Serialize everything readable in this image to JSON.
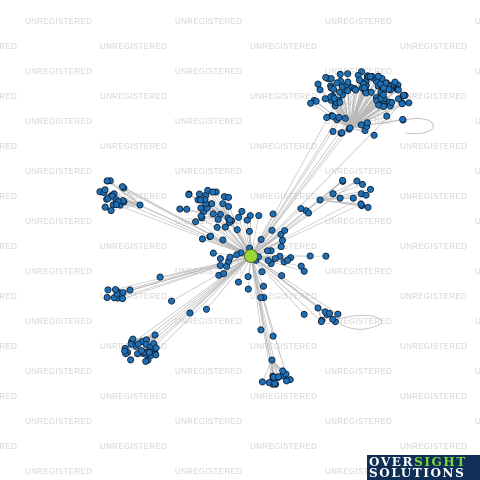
{
  "watermark": {
    "text": "UNREGISTERED",
    "color": "#d4d4d4"
  },
  "logo": {
    "word1": "OVER",
    "word2": "SIGHT",
    "word3": "SOLUTIONS",
    "background": "#0f2f56",
    "text_color": "#ffffff",
    "accent_color": "#7bd63b"
  },
  "graph": {
    "type": "network",
    "colors": {
      "node_fill": "#1f6fb4",
      "node_stroke": "#0b1f33",
      "center_fill": "#9ad33a",
      "center_stroke": "#3a5a10",
      "edge": "#b8b8b8"
    },
    "center_node": {
      "role": "selected-entity"
    },
    "clusters": [
      {
        "name": "top-right-cluster",
        "node_count": 115,
        "self_loop": true
      },
      {
        "name": "upper-mid-cluster",
        "node_count": 24
      },
      {
        "name": "left-cluster",
        "node_count": 22
      },
      {
        "name": "central-mesh",
        "node_count": 40
      },
      {
        "name": "right-fan",
        "node_count": 14
      },
      {
        "name": "lower-left-cluster",
        "node_count": 30
      },
      {
        "name": "bottom-cluster",
        "node_count": 16
      },
      {
        "name": "small-left-cluster",
        "node_count": 9
      },
      {
        "name": "right-small-fan",
        "node_count": 8,
        "self_loop": true
      }
    ]
  }
}
